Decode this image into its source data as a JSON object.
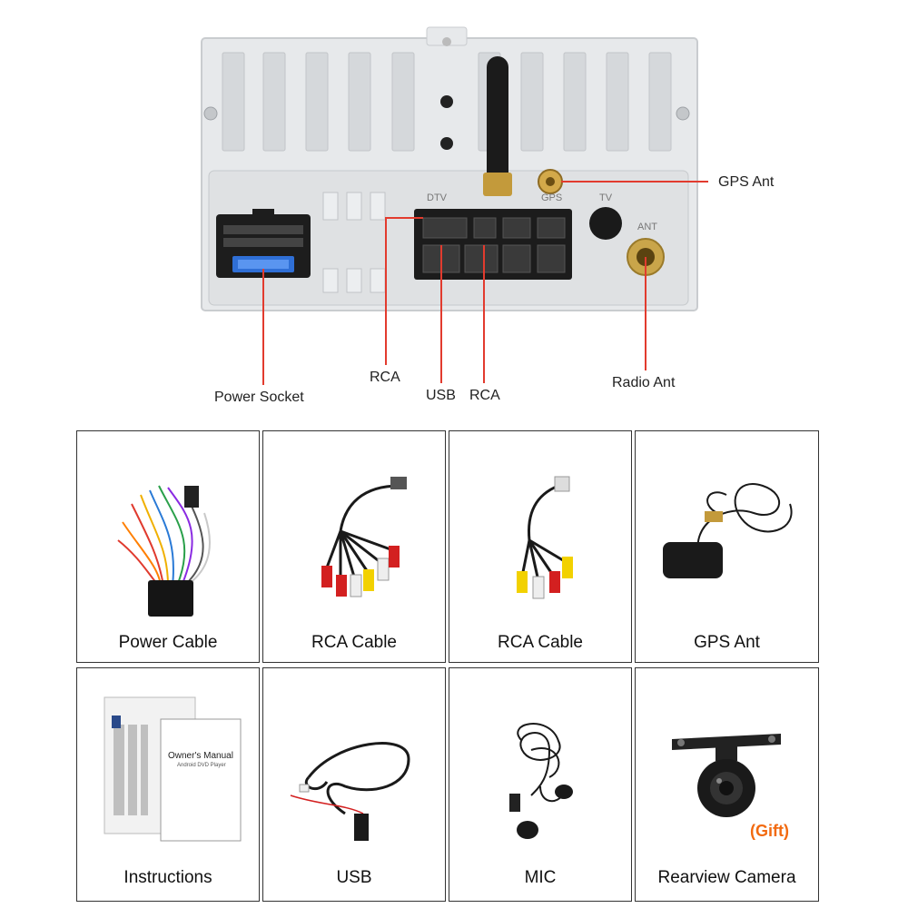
{
  "diagram": {
    "port_labels": {
      "dtv": "DTV",
      "gps": "GPS",
      "tv": "TV",
      "ant": "ANT"
    },
    "callouts": {
      "gps_ant": "GPS Ant",
      "rca_left": "RCA",
      "power_socket": "Power Socket",
      "usb": "USB",
      "rca_right": "RCA",
      "radio_ant": "Radio Ant"
    }
  },
  "accessories": [
    {
      "label": "Power Cable",
      "icon": "power-cable-icon"
    },
    {
      "label": "RCA Cable",
      "icon": "rca-cable-icon"
    },
    {
      "label": "RCA Cable",
      "icon": "rca-cable-small-icon"
    },
    {
      "label": "GPS Ant",
      "icon": "gps-antenna-icon"
    },
    {
      "label": "Instructions",
      "icon": "manual-icon"
    },
    {
      "label": "USB",
      "icon": "usb-cable-icon"
    },
    {
      "label": "MIC",
      "icon": "microphone-icon"
    },
    {
      "label": "Rearview Camera",
      "icon": "camera-icon"
    }
  ],
  "manual": {
    "title": "Owner's Manual",
    "subtitle": "Android DVD Player"
  },
  "gift_label": "(Gift)",
  "colors": {
    "callout_line": "#e23b2e",
    "gift": "#f26a10",
    "panel": "#e6e8ea",
    "tile_border": "#333333"
  }
}
